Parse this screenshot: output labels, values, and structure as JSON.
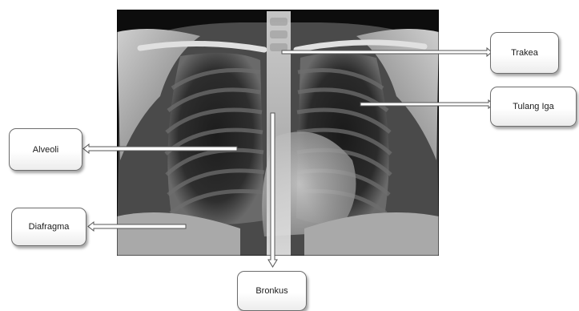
{
  "labels": {
    "trakea": "Trakea",
    "tulang_iga": "Tulang Iga",
    "alveoli": "Alveoli",
    "diafragma": "Diafragma",
    "bronkus": "Bronkus"
  },
  "image": {
    "subject": "chest x-ray"
  },
  "colors": {
    "box_border": "#6d6d6d",
    "arrow_fill": "#ffffff",
    "arrow_stroke": "#555555"
  }
}
